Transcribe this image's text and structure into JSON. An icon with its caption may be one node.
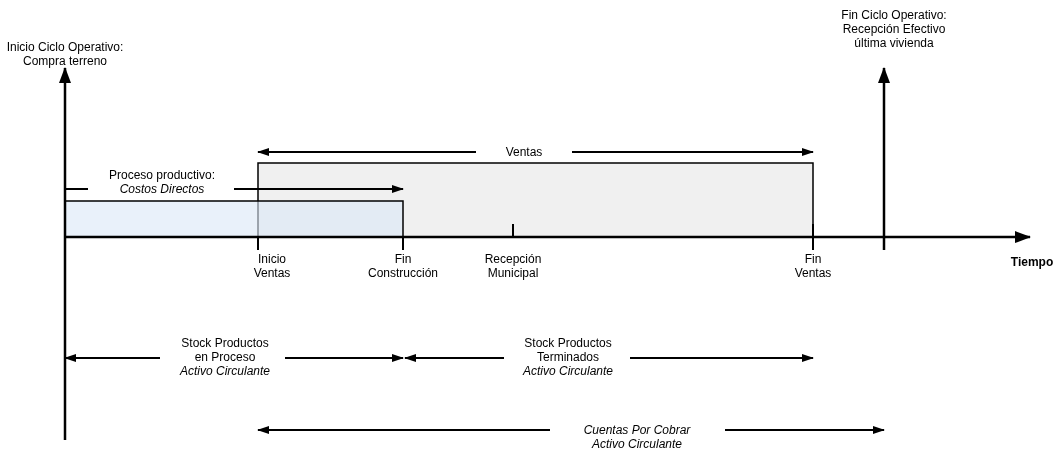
{
  "diagram": {
    "nodes": [
      {
        "text": [],
        "shape": "bar",
        "beside": [
          "Proceso productivo:",
          "Costos Directos"
        ]
      },
      {
        "text": [],
        "shape": "bar",
        "beside": [
          "Ventas"
        ]
      }
    ],
    "labels": [
      "Inicio Ciclo Operativo: Compra terreno",
      "Fin Ciclo Operativo: Recepción Efectivo última vivienda",
      "Inicio Ventas",
      "Fin Construcción",
      "Recepción Municipal",
      "Fin Ventas",
      "Tiempo",
      "Stock Productos en Proceso",
      "Activo Circulante",
      "Stock Productos Terminados",
      "Activo Circulante",
      "Cuentas Por Cobrar",
      "Activo Circulante"
    ]
  }
}
